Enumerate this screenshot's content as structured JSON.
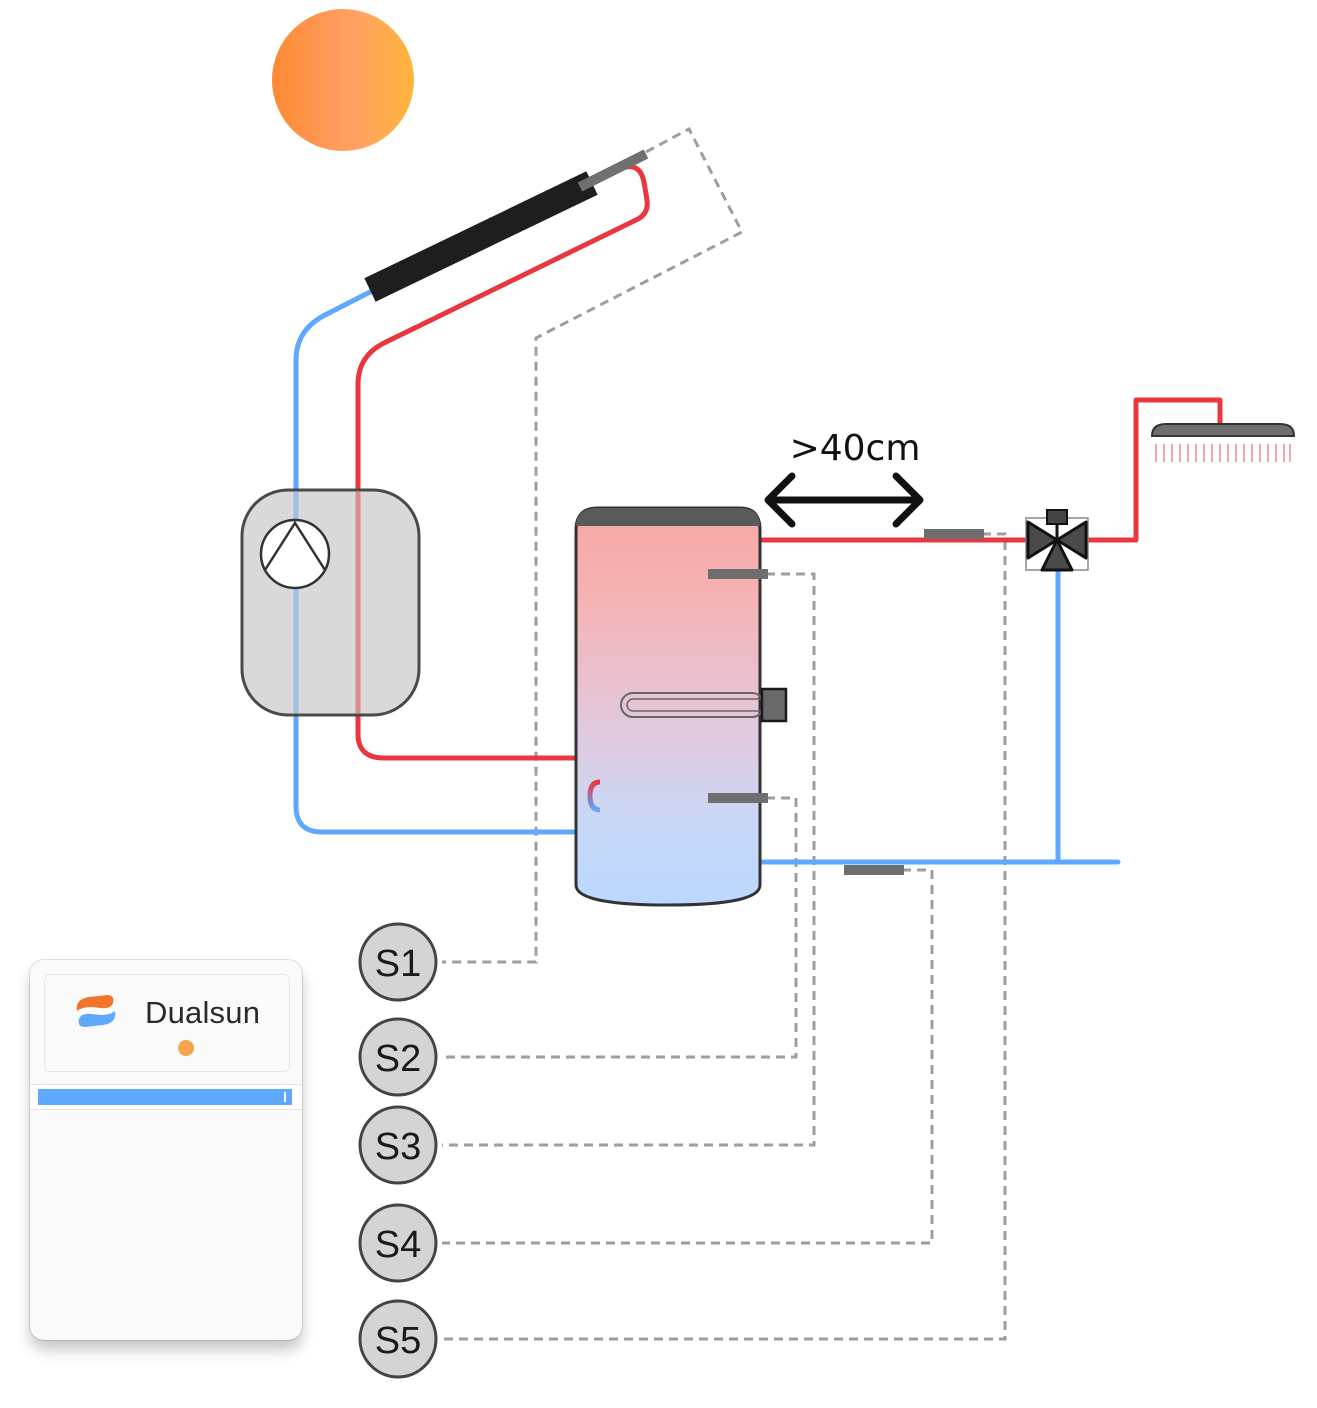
{
  "distance_label": ">40cm",
  "sensors": [
    {
      "id": "s1",
      "label": "S1"
    },
    {
      "id": "s2",
      "label": "S2"
    },
    {
      "id": "s3",
      "label": "S3"
    },
    {
      "id": "s4",
      "label": "S4"
    },
    {
      "id": "s5",
      "label": "S5"
    }
  ],
  "controller": {
    "brand": "Dualsun"
  },
  "colors": {
    "hot_pipe": "#e8373f",
    "cold_pipe": "#5fa8ff",
    "sensor_wire": "#9e9e9e",
    "sun": "#ff9a45",
    "status_led": "#f7a54a"
  }
}
